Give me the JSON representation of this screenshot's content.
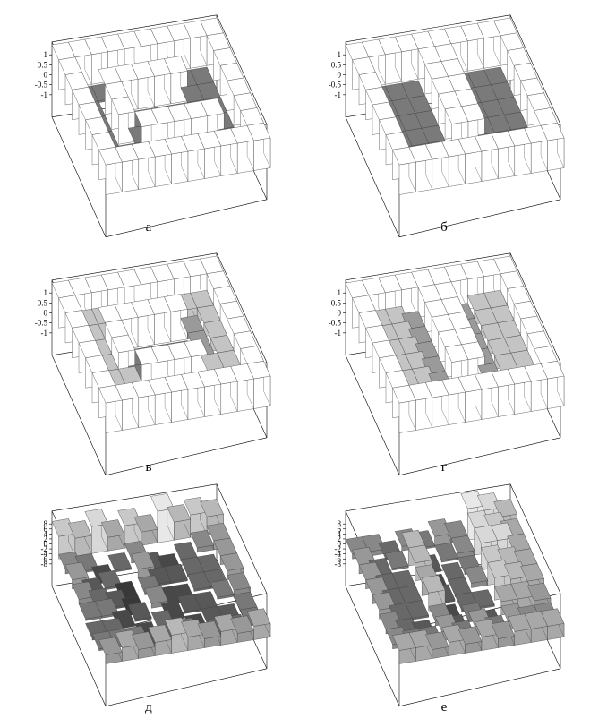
{
  "chart_data": [
    {
      "type": "bar3d",
      "caption": "а",
      "zlim": [
        -1,
        1
      ],
      "ticks": [
        "1",
        "0.5",
        "0",
        "-0.5",
        "-1"
      ],
      "tick_values": [
        1,
        0.5,
        0,
        -0.5,
        -1
      ],
      "grid": [
        "1111111111",
        "1000000001",
        "1011111001",
        "1010000001",
        "1010000001",
        "1001111101",
        "1000000001",
        "1111111111"
      ]
    },
    {
      "type": "bar3d",
      "caption": "б",
      "zlim": [
        -1,
        1
      ],
      "ticks": [
        "1",
        "0.5",
        "0",
        "-0.5",
        "-1"
      ],
      "tick_values": [
        1,
        0.5,
        0,
        -0.5,
        -1
      ],
      "grid": [
        "1111111111",
        "1000110001",
        "1000110001",
        "1000110001",
        "1000110001",
        "1000110001",
        "1000000001",
        "1111111111"
      ]
    },
    {
      "type": "bar3d",
      "caption": "в",
      "zlim": [
        -1,
        1
      ],
      "ticks": [
        "1",
        "0.5",
        "0",
        "-0.5",
        "-1"
      ],
      "tick_values": [
        1,
        0.5,
        0,
        -0.5,
        -1
      ],
      "grid": [
        "1111111111",
        "1222222221",
        "1211111321",
        "1210000321",
        "1210000321",
        "1221111221",
        "1222222221",
        "1111111111"
      ]
    },
    {
      "type": "bar3d",
      "caption": "г",
      "zlim": [
        -1,
        1
      ],
      "ticks": [
        "1",
        "0.5",
        "0",
        "-0.5",
        "-1"
      ],
      "tick_values": [
        1,
        0.5,
        0,
        -0.5,
        -1
      ],
      "grid": [
        "1111111111",
        "1223113221",
        "1223113221",
        "1223113221",
        "1223113221",
        "1223113221",
        "1222222221",
        "1111111111"
      ]
    },
    {
      "type": "bar3d",
      "caption": "д",
      "zlim": [
        -8,
        8
      ],
      "ticks": [
        "8",
        "6",
        "4",
        "2",
        "0",
        "-2",
        "-4",
        "-6",
        "-8"
      ],
      "tick_values": [
        8,
        6,
        4,
        2,
        0,
        -2,
        -4,
        -6,
        -8
      ],
      "grid": [
        "A9B8A8C9A9",
        "6524632467",
        "7341733447",
        "6431522447",
        "5523623356",
        "4412412335",
        "5553453445",
        "7878987878"
      ]
    },
    {
      "type": "bar3d",
      "caption": "е",
      "zlim": [
        -8,
        8
      ],
      "ticks": [
        "8",
        "6",
        "4",
        "2",
        "0",
        "-2",
        "-4",
        "-6",
        "-8"
      ],
      "tick_values": [
        8,
        6,
        4,
        2,
        0,
        -2,
        -4,
        -6,
        -8
      ],
      "grid": [
        "6646576CB9",
        "7459356BA8",
        "7449245BB8",
        "7448346A98",
        "7449244A98",
        "6436353887",
        "6557575766",
        "8878787888"
      ]
    }
  ]
}
